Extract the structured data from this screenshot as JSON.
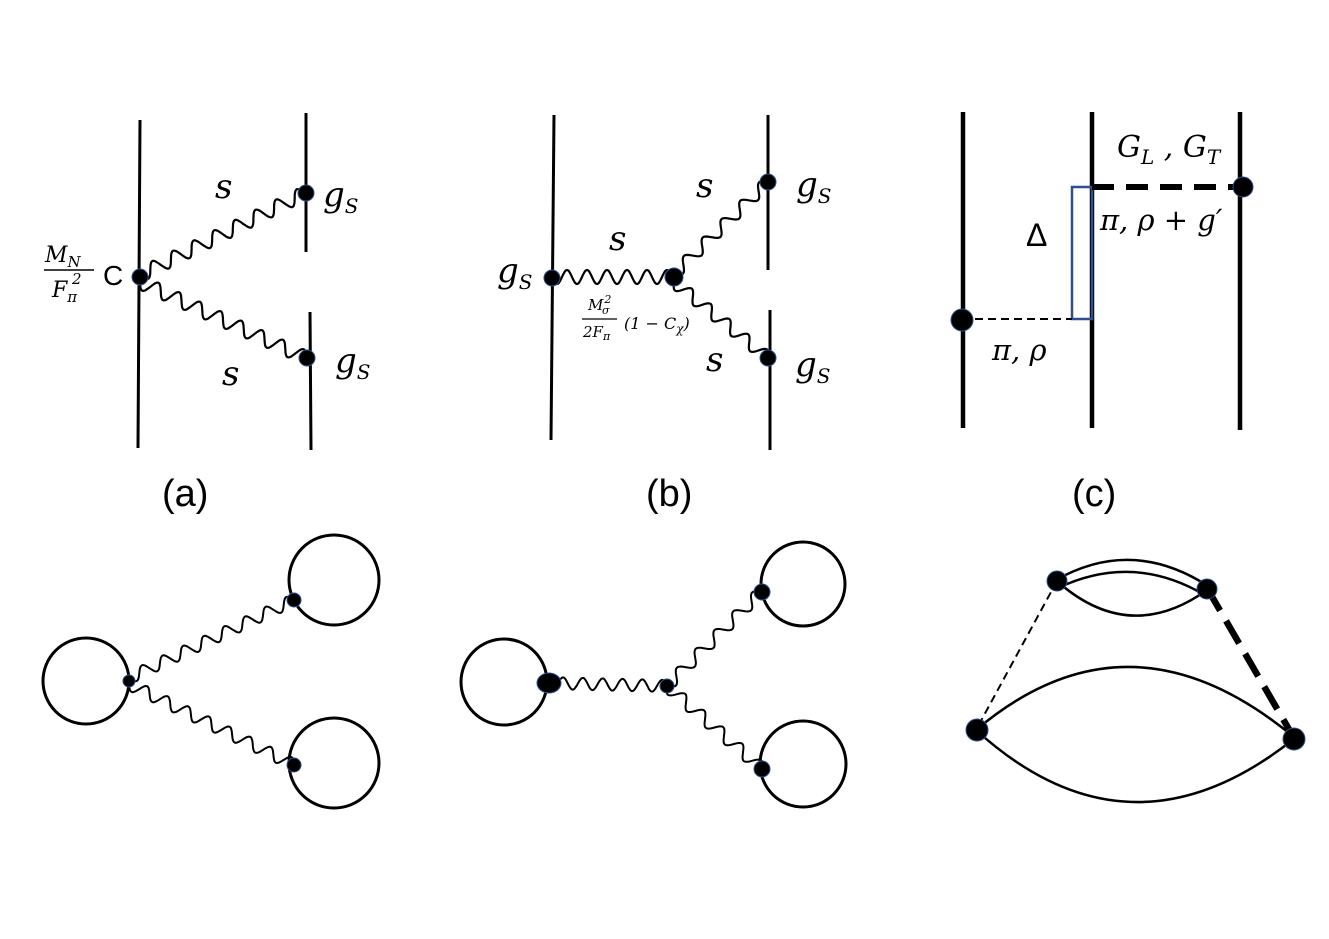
{
  "captions": {
    "a": "(a)",
    "b": "(b)",
    "c": "(c)"
  },
  "labels": {
    "a_coupling_num": "M",
    "a_coupling_num_sub": "N",
    "a_coupling_den": "F",
    "a_coupling_den_sub": "π",
    "a_coupling_den_sup": "2",
    "a_const": "C",
    "s": "s",
    "g": "g",
    "g_sub": "S",
    "b_coupling_num": "M",
    "b_coupling_num_sup": "2",
    "b_coupling_num_sub": "σ",
    "b_coupling_den": "2F",
    "b_coupling_den_sub": "π",
    "b_factor": "(1 − C",
    "b_factor_sub": "χ",
    "b_factor_close": ")",
    "c_top": "G",
    "c_top_sub1": "L",
    "c_top_sep": " , G",
    "c_top_sub2": "T",
    "c_delta": "Δ",
    "c_exchange_top": "π, ρ + g′",
    "c_exchange_bottom": "π, ρ"
  },
  "colors": {
    "ink": "#000000",
    "delta_box": "#2f4f8f",
    "vertex_edge": "#2f4f8f"
  }
}
